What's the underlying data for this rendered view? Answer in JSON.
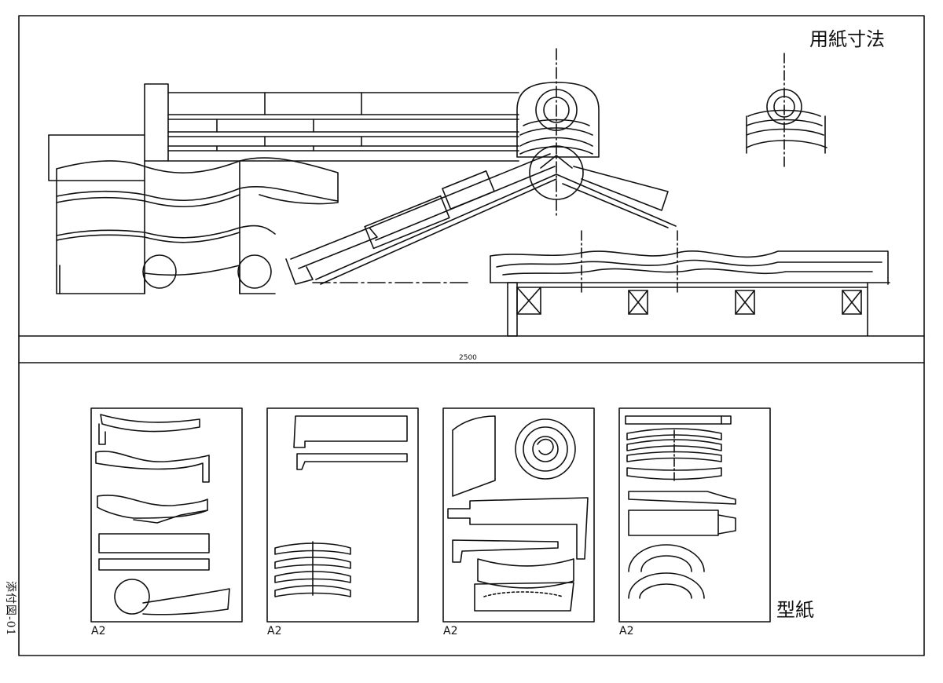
{
  "top_panel": {
    "title": "用紙寸法",
    "dimension_label": "2500"
  },
  "bottom_panel": {
    "title": "型紙",
    "sheets": [
      {
        "size": "A2"
      },
      {
        "size": "A2"
      },
      {
        "size": "A2"
      },
      {
        "size": "A2"
      }
    ]
  },
  "side_label": "添付図-01",
  "colors": {
    "line": "#111111",
    "paper": "#ffffff"
  }
}
